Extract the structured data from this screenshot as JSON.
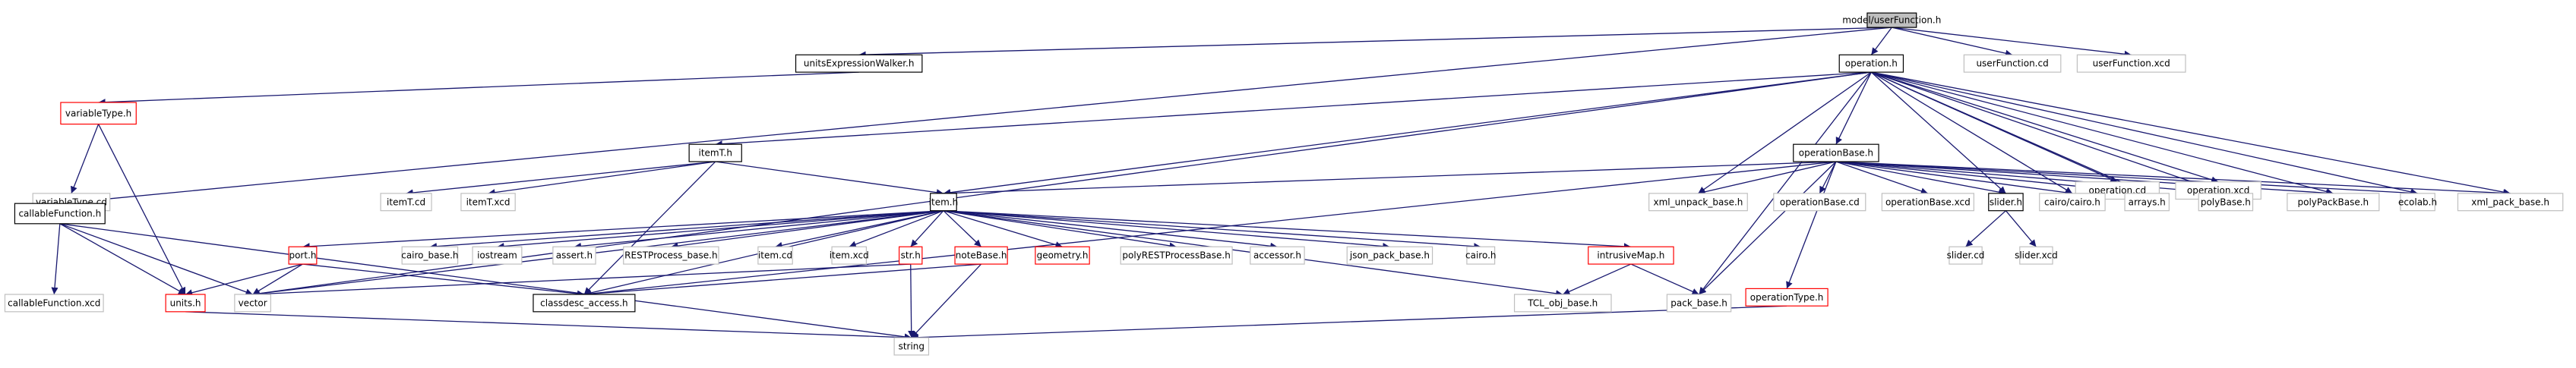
{
  "colors": {
    "edge": "#191970",
    "root_fill": "#bfbfbf",
    "documented_border": "#000000",
    "undocumented_border": "#bfbfbf",
    "truncated_border": "#ff0000",
    "label": "#000000"
  },
  "nodes": [
    {
      "id": "n_root",
      "label": "model/userFunction.h",
      "style": "root"
    },
    {
      "id": "n_unitsWalker",
      "label": "unitsExpressionWalker.h",
      "style": "documented"
    },
    {
      "id": "n_operation_h",
      "label": "operation.h",
      "style": "documented"
    },
    {
      "id": "n_userFunction_cd",
      "label": "userFunction.cd",
      "style": "undocumented"
    },
    {
      "id": "n_userFunction_xcd",
      "label": "userFunction.xcd",
      "style": "undocumented"
    },
    {
      "id": "n_variableType_h",
      "label": "variableType.h",
      "style": "truncated"
    },
    {
      "id": "n_itemT_h",
      "label": "itemT.h",
      "style": "documented"
    },
    {
      "id": "n_operationBase_h",
      "label": "operationBase.h",
      "style": "documented"
    },
    {
      "id": "n_operation_cd",
      "label": "operation.cd",
      "style": "undocumented"
    },
    {
      "id": "n_operation_xcd",
      "label": "operation.xcd",
      "style": "undocumented"
    },
    {
      "id": "n_variableType_cd",
      "label": "variableType.cd",
      "style": "undocumented"
    },
    {
      "id": "n_itemT_cd",
      "label": "itemT.cd",
      "style": "undocumented"
    },
    {
      "id": "n_itemT_xcd",
      "label": "itemT.xcd",
      "style": "undocumented"
    },
    {
      "id": "n_xml_unpack_base_h",
      "label": "xml_unpack_base.h",
      "style": "undocumented"
    },
    {
      "id": "n_operationBase_cd",
      "label": "operationBase.cd",
      "style": "undocumented"
    },
    {
      "id": "n_operationBase_xcd",
      "label": "operationBase.xcd",
      "style": "undocumented"
    },
    {
      "id": "n_slider_h",
      "label": "slider.h",
      "style": "documented"
    },
    {
      "id": "n_cairo_cairo_h",
      "label": "cairo/cairo.h",
      "style": "undocumented"
    },
    {
      "id": "n_arrays_h",
      "label": "arrays.h",
      "style": "undocumented"
    },
    {
      "id": "n_polyBase_h",
      "label": "polyBase.h",
      "style": "undocumented"
    },
    {
      "id": "n_polyPackBase_h",
      "label": "polyPackBase.h",
      "style": "undocumented"
    },
    {
      "id": "n_ecolab_h",
      "label": "ecolab.h",
      "style": "undocumented"
    },
    {
      "id": "n_xml_pack_base_h",
      "label": "xml_pack_base.h",
      "style": "undocumented"
    },
    {
      "id": "n_item_h",
      "label": "item.h",
      "style": "documented"
    },
    {
      "id": "n_callableFunction_h",
      "label": "callableFunction.h",
      "style": "documented"
    },
    {
      "id": "n_port_h",
      "label": "port.h",
      "style": "truncated"
    },
    {
      "id": "n_cairo_base_h",
      "label": "cairo_base.h",
      "style": "undocumented"
    },
    {
      "id": "n_iostream",
      "label": "iostream",
      "style": "undocumented"
    },
    {
      "id": "n_assert_h",
      "label": "assert.h",
      "style": "undocumented"
    },
    {
      "id": "n_RESTProcess_base_h",
      "label": "RESTProcess_base.h",
      "style": "undocumented"
    },
    {
      "id": "n_item_cd",
      "label": "item.cd",
      "style": "undocumented"
    },
    {
      "id": "n_item_xcd",
      "label": "item.xcd",
      "style": "undocumented"
    },
    {
      "id": "n_str_h",
      "label": "str.h",
      "style": "truncated"
    },
    {
      "id": "n_noteBase_h",
      "label": "noteBase.h",
      "style": "truncated"
    },
    {
      "id": "n_geometry_h",
      "label": "geometry.h",
      "style": "truncated"
    },
    {
      "id": "n_polyRESTProcessBase_h",
      "label": "polyRESTProcessBase.h",
      "style": "undocumented"
    },
    {
      "id": "n_accessor_h",
      "label": "accessor.h",
      "style": "undocumented"
    },
    {
      "id": "n_json_pack_base_h",
      "label": "json_pack_base.h",
      "style": "undocumented"
    },
    {
      "id": "n_cairo_h",
      "label": "cairo.h",
      "style": "undocumented"
    },
    {
      "id": "n_intrusiveMap_h",
      "label": "intrusiveMap.h",
      "style": "truncated"
    },
    {
      "id": "n_slider_cd",
      "label": "slider.cd",
      "style": "undocumented"
    },
    {
      "id": "n_slider_xcd",
      "label": "slider.xcd",
      "style": "undocumented"
    },
    {
      "id": "n_callableFunction_xcd",
      "label": "callableFunction.xcd",
      "style": "undocumented"
    },
    {
      "id": "n_units_h",
      "label": "units.h",
      "style": "truncated"
    },
    {
      "id": "n_vector",
      "label": "vector",
      "style": "undocumented"
    },
    {
      "id": "n_classdesc_access_h",
      "label": "classdesc_access.h",
      "style": "documented"
    },
    {
      "id": "n_TCL_obj_base_h",
      "label": "TCL_obj_base.h",
      "style": "undocumented"
    },
    {
      "id": "n_pack_base_h",
      "label": "pack_base.h",
      "style": "undocumented"
    },
    {
      "id": "n_operationType_h",
      "label": "operationType.h",
      "style": "truncated"
    },
    {
      "id": "n_string",
      "label": "string",
      "style": "undocumented"
    }
  ],
  "edges": [
    [
      "n_root",
      "n_unitsWalker"
    ],
    [
      "n_root",
      "n_operation_h"
    ],
    [
      "n_root",
      "n_userFunction_cd"
    ],
    [
      "n_root",
      "n_userFunction_xcd"
    ],
    [
      "n_root",
      "n_callableFunction_h"
    ],
    [
      "n_unitsWalker",
      "n_variableType_h"
    ],
    [
      "n_operation_h",
      "n_itemT_h"
    ],
    [
      "n_operation_h",
      "n_operationBase_h"
    ],
    [
      "n_operation_h",
      "n_operation_cd"
    ],
    [
      "n_operation_h",
      "n_operation_xcd"
    ],
    [
      "n_operation_h",
      "n_item_h"
    ],
    [
      "n_operation_h",
      "n_xml_unpack_base_h"
    ],
    [
      "n_operation_h",
      "n_slider_h"
    ],
    [
      "n_operation_h",
      "n_cairo_cairo_h"
    ],
    [
      "n_operation_h",
      "n_arrays_h"
    ],
    [
      "n_operation_h",
      "n_polyBase_h"
    ],
    [
      "n_operation_h",
      "n_polyPackBase_h"
    ],
    [
      "n_operation_h",
      "n_ecolab_h"
    ],
    [
      "n_operation_h",
      "n_xml_pack_base_h"
    ],
    [
      "n_operation_h",
      "n_pack_base_h"
    ],
    [
      "n_operation_h",
      "n_vector"
    ],
    [
      "n_variableType_h",
      "n_variableType_cd"
    ],
    [
      "n_variableType_h",
      "n_units_h"
    ],
    [
      "n_itemT_h",
      "n_itemT_cd"
    ],
    [
      "n_itemT_h",
      "n_itemT_xcd"
    ],
    [
      "n_itemT_h",
      "n_item_h"
    ],
    [
      "n_itemT_h",
      "n_classdesc_access_h"
    ],
    [
      "n_operationBase_h",
      "n_item_h"
    ],
    [
      "n_operationBase_h",
      "n_xml_unpack_base_h"
    ],
    [
      "n_operationBase_h",
      "n_operationBase_cd"
    ],
    [
      "n_operationBase_h",
      "n_operationBase_xcd"
    ],
    [
      "n_operationBase_h",
      "n_slider_h"
    ],
    [
      "n_operationBase_h",
      "n_cairo_cairo_h"
    ],
    [
      "n_operationBase_h",
      "n_arrays_h"
    ],
    [
      "n_operationBase_h",
      "n_polyBase_h"
    ],
    [
      "n_operationBase_h",
      "n_polyPackBase_h"
    ],
    [
      "n_operationBase_h",
      "n_ecolab_h"
    ],
    [
      "n_operationBase_h",
      "n_xml_pack_base_h"
    ],
    [
      "n_operationBase_h",
      "n_pack_base_h"
    ],
    [
      "n_operationBase_h",
      "n_operationType_h"
    ],
    [
      "n_operationBase_h",
      "n_classdesc_access_h"
    ],
    [
      "n_slider_h",
      "n_slider_cd"
    ],
    [
      "n_slider_h",
      "n_slider_xcd"
    ],
    [
      "n_item_h",
      "n_port_h"
    ],
    [
      "n_item_h",
      "n_cairo_base_h"
    ],
    [
      "n_item_h",
      "n_iostream"
    ],
    [
      "n_item_h",
      "n_assert_h"
    ],
    [
      "n_item_h",
      "n_RESTProcess_base_h"
    ],
    [
      "n_item_h",
      "n_item_cd"
    ],
    [
      "n_item_h",
      "n_item_xcd"
    ],
    [
      "n_item_h",
      "n_str_h"
    ],
    [
      "n_item_h",
      "n_noteBase_h"
    ],
    [
      "n_item_h",
      "n_geometry_h"
    ],
    [
      "n_item_h",
      "n_polyRESTProcessBase_h"
    ],
    [
      "n_item_h",
      "n_accessor_h"
    ],
    [
      "n_item_h",
      "n_json_pack_base_h"
    ],
    [
      "n_item_h",
      "n_cairo_h"
    ],
    [
      "n_item_h",
      "n_intrusiveMap_h"
    ],
    [
      "n_item_h",
      "n_TCL_obj_base_h"
    ],
    [
      "n_item_h",
      "n_classdesc_access_h"
    ],
    [
      "n_item_h",
      "n_vector"
    ],
    [
      "n_callableFunction_h",
      "n_callableFunction_xcd"
    ],
    [
      "n_callableFunction_h",
      "n_units_h"
    ],
    [
      "n_callableFunction_h",
      "n_vector"
    ],
    [
      "n_callableFunction_h",
      "n_string"
    ],
    [
      "n_port_h",
      "n_units_h"
    ],
    [
      "n_port_h",
      "n_vector"
    ],
    [
      "n_port_h",
      "n_classdesc_access_h"
    ],
    [
      "n_str_h",
      "n_vector"
    ],
    [
      "n_str_h",
      "n_string"
    ],
    [
      "n_noteBase_h",
      "n_classdesc_access_h"
    ],
    [
      "n_noteBase_h",
      "n_string"
    ],
    [
      "n_intrusiveMap_h",
      "n_TCL_obj_base_h"
    ],
    [
      "n_intrusiveMap_h",
      "n_pack_base_h"
    ],
    [
      "n_units_h",
      "n_string"
    ],
    [
      "n_operationType_h",
      "n_string"
    ]
  ]
}
